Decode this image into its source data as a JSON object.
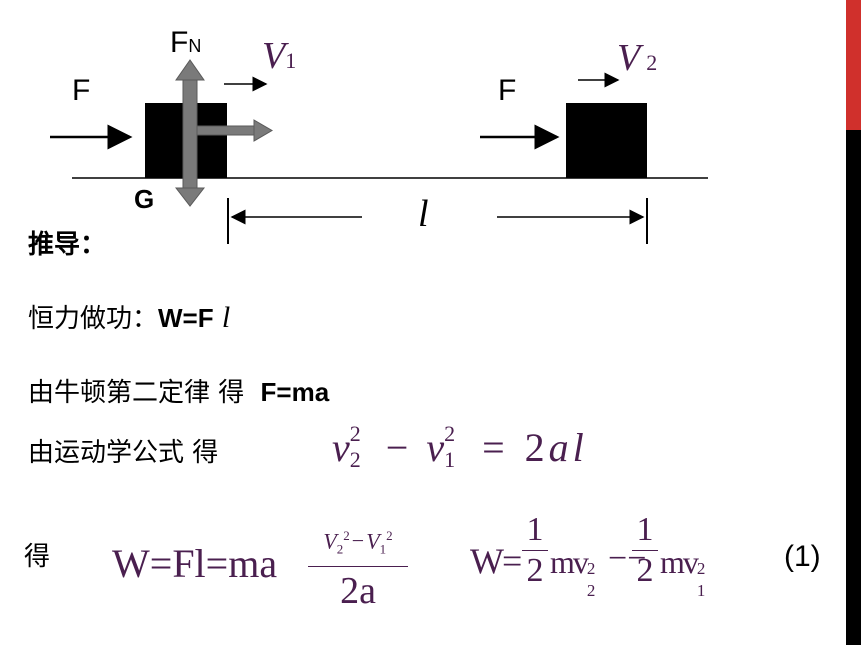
{
  "diagram": {
    "force_label_left": "F",
    "normal_force": "F",
    "normal_force_sub": "N",
    "v1": "V",
    "v1_sub": "1",
    "gravity_label": "G",
    "force_label_right": "F",
    "v2": "V",
    "v2_sub": "2",
    "displacement": "l",
    "colors": {
      "block": "#000000",
      "force_arrow": "#7a7a7a",
      "accent": "#d0302c"
    }
  },
  "lines": {
    "derivation_title": "推导：",
    "work_prefix": "恒力做功：",
    "work_formula": "W=F",
    "work_l": "l",
    "newton_text": "由牛顿第二定律 得",
    "newton_formula": "F=ma",
    "kinematics_text": "由运动学公式 得",
    "result_prefix": "得",
    "equation_number": "(1)"
  },
  "formulas": {
    "kinematic": {
      "v": "v",
      "sub2": "2",
      "sup2": "2",
      "minus": "−",
      "equals": "=",
      "rhs": "2",
      "a": "a",
      "l": "l"
    },
    "work": {
      "lhs": "W=Fl=ma",
      "num_v2": "V",
      "sub2": "2",
      "sup": "2",
      "minus": "−",
      "num_v1": "V",
      "sub1": "1",
      "den": "2a"
    },
    "kinetic": {
      "lhs": "W=",
      "one": "1",
      "two": "2",
      "mv": "mv",
      "sub2": "2",
      "sup": "2",
      "minus": "−",
      "sub1": "1"
    }
  }
}
